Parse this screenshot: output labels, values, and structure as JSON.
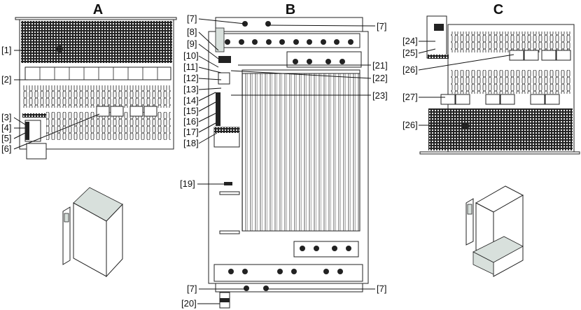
{
  "views": {
    "A": {
      "title": "A"
    },
    "B": {
      "title": "B"
    },
    "C": {
      "title": "C"
    }
  },
  "callouts": {
    "A": [
      "[1]",
      "[2]",
      "[3]",
      "[4]",
      "[5]",
      "[6]"
    ],
    "B_left": [
      "[7]",
      "[8]",
      "[9]",
      "[10]",
      "[11]",
      "[12]",
      "[13]",
      "[14]",
      "[15]",
      "[16]",
      "[17]",
      "[18]",
      "[19]",
      "[7]",
      "[20]"
    ],
    "B_right": [
      "[7]",
      "[21]",
      "[22]",
      "[23]",
      "[7]"
    ],
    "C": [
      "[24]",
      "[25]",
      "[26]",
      "[27]",
      "[26]"
    ]
  },
  "colors": {
    "housing_top": "#d8e0dc",
    "line": "#222222"
  }
}
